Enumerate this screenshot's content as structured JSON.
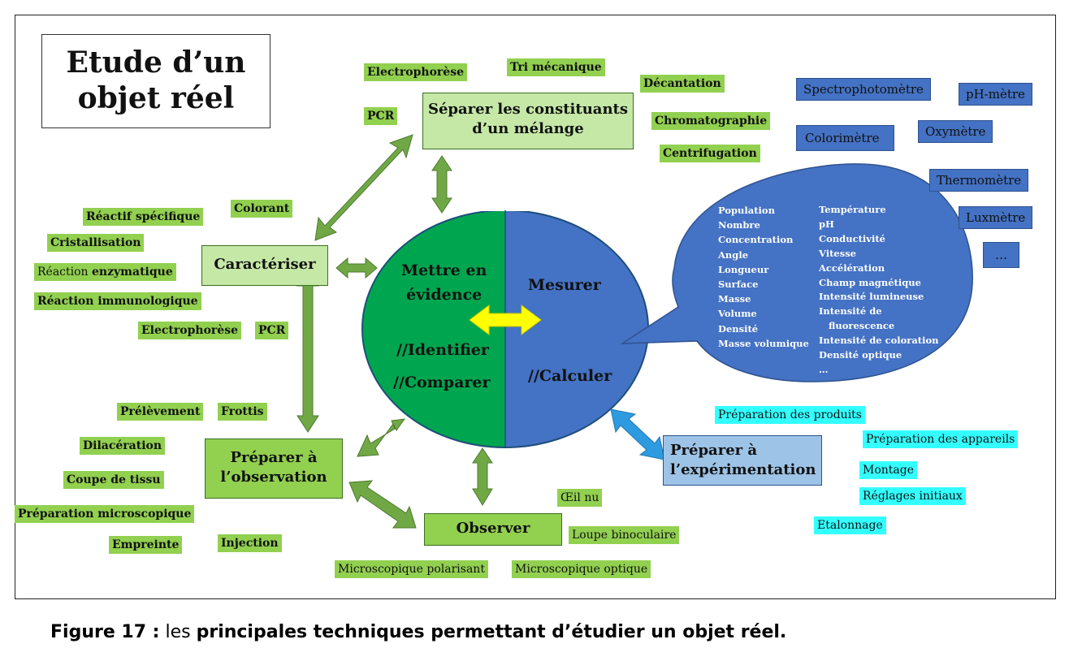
{
  "title": [
    "Etude d’un",
    "objet réel"
  ],
  "center": {
    "left_title": [
      "Mettre en",
      "évidence"
    ],
    "left_sub": [
      "//Identifier",
      "//Comparer"
    ],
    "right_title": "Mesurer",
    "right_sub": "//Calculer"
  },
  "nodes": {
    "separer": [
      "Séparer les constituants",
      "d’un mélange"
    ],
    "caracteriser": "Caractériser",
    "preparer_obs": [
      "Préparer à",
      "l’observation"
    ],
    "observer": "Observer",
    "preparer_exp": [
      "Préparer à",
      "l’expérimentation"
    ]
  },
  "separer_tags": [
    "Electrophorèse",
    "Tri mécanique",
    "Décantation",
    "PCR",
    "Chromatographie",
    "Centrifugation"
  ],
  "caracteriser_tags": [
    "Colorant",
    "Réactif spécifique",
    "Cristallisation",
    "Réaction enzymatique",
    "Réaction immunologique",
    "Electrophorèse",
    "PCR"
  ],
  "reaction_enzymatique": {
    "plain": "Réaction ",
    "bold": "enzymatique"
  },
  "preparer_obs_tags": [
    "Prélèvement",
    "Frottis",
    "Dilacération",
    "Coupe de tissu",
    "Préparation microscopique",
    "Empreinte",
    "Injection"
  ],
  "observer_tags": [
    "Œil nu",
    "Loupe binoculaire",
    "Microscopique polarisant",
    "Microscopique optique"
  ],
  "experimentation_tags": [
    "Préparation des produits",
    "Préparation des appareils",
    "Montage",
    "Réglages initiaux",
    "Etalonnage"
  ],
  "instruments": [
    "Spectrophotomètre",
    "pH-mètre",
    "Colorimètre",
    "Oxymètre",
    "Thermomètre",
    "Luxmètre",
    "…"
  ],
  "measures_left": [
    "Population",
    "Nombre",
    "Concentration",
    "Angle",
    "Longueur",
    "Surface",
    "Masse",
    "Volume",
    "Densité",
    "Masse volumique"
  ],
  "measures_right": [
    "Température",
    "pH",
    "Conductivité",
    "Vitesse",
    "Accélération",
    "Champ magnétique",
    "Intensité lumineuse",
    "Intensité de",
    "fluorescence",
    "Intensité de coloration",
    "Densité optique",
    "…"
  ],
  "caption": {
    "label": "Figure 17 :",
    "plain": "les",
    "rest": "principales techniques permettant d’étudier un objet réel."
  },
  "colors": {
    "green_dark": "#00a64f",
    "blue_circle": "#4472c4",
    "tag_green": "#92d050",
    "tag_light_green": "#c5e8a6",
    "tag_cyan": "#33ffff",
    "arrow_green": "#70a845",
    "arrow_yellow": "#ffff00",
    "arrow_blue": "#2e9be0"
  }
}
